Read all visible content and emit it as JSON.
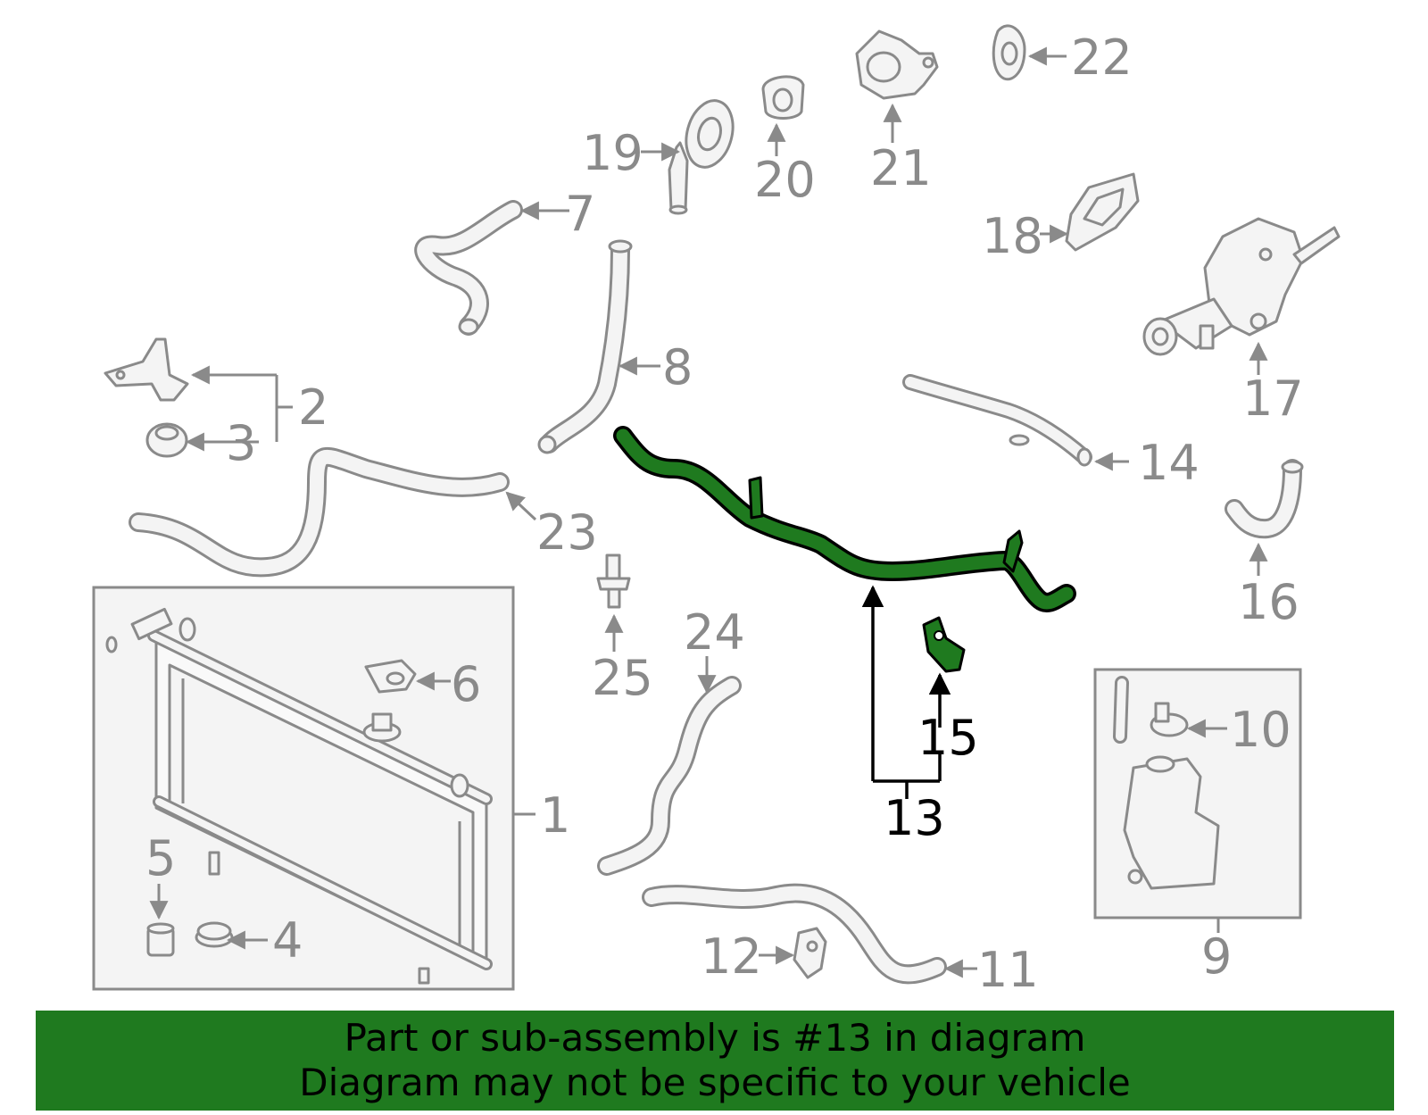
{
  "diagram": {
    "callouts": {
      "c1": "1",
      "c2": "2",
      "c3": "3",
      "c4": "4",
      "c5": "5",
      "c6": "6",
      "c7": "7",
      "c8": "8",
      "c9": "9",
      "c10": "10",
      "c11": "11",
      "c12": "12",
      "c13": "13",
      "c14": "14",
      "c15": "15",
      "c16": "16",
      "c17": "17",
      "c18": "18",
      "c19": "19",
      "c20": "20",
      "c21": "21",
      "c22": "22",
      "c23": "23",
      "c24": "24",
      "c25": "25"
    },
    "highlighted_part": "13",
    "colors": {
      "highlight": "#1f7a1f",
      "line": "#8a8a8a",
      "fill": "#f4f4f4"
    }
  },
  "banner": {
    "line1": "Part or sub-assembly is #13 in diagram",
    "line2": "Diagram may not be specific to your vehicle"
  }
}
